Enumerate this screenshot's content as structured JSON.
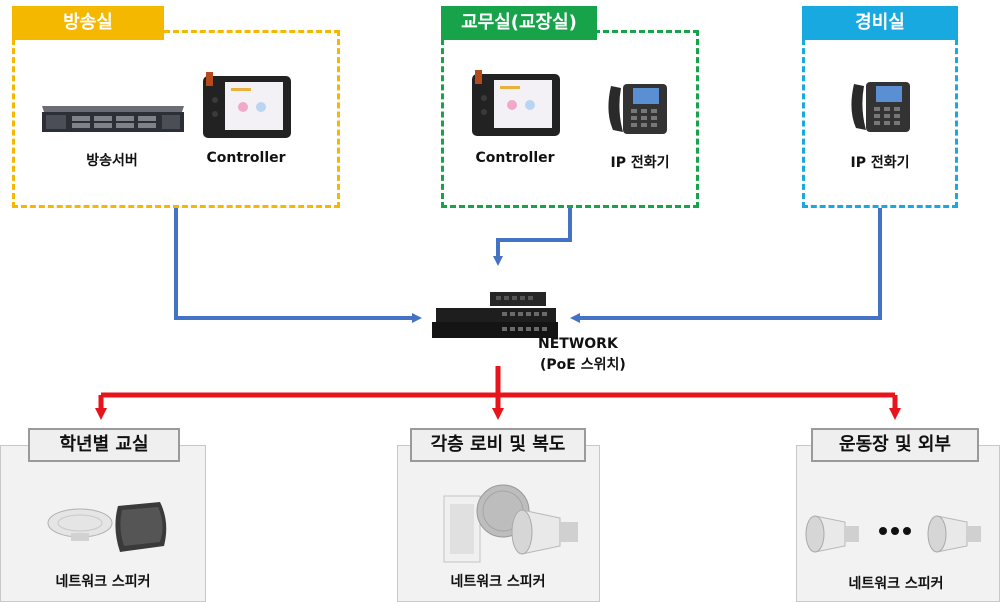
{
  "rooms": {
    "broadcast": {
      "title": "방송실",
      "color": "#f5b800",
      "items": [
        "방송서버",
        "Controller"
      ]
    },
    "office": {
      "title": "교무실(교장실)",
      "color": "#16a34a",
      "items": [
        "Controller",
        "IP 전화기"
      ]
    },
    "guard": {
      "title": "경비실",
      "color": "#19a9e1",
      "items": [
        "IP 전화기"
      ]
    }
  },
  "network": {
    "line1": "NETWORK",
    "line2": "(PoE 스위치)"
  },
  "zones": {
    "classroom": {
      "title": "학년별 교실",
      "caption": "네트워크 스피커"
    },
    "lobby": {
      "title": "각층 로비 및 복도",
      "caption": "네트워크 스피커"
    },
    "outdoor": {
      "title": "운동장 및 외부",
      "caption": "네트워크 스피커"
    }
  },
  "colors": {
    "input_line": "#4472c4",
    "output_line": "#e8141b"
  },
  "icons": [
    "rack-server-icon",
    "touch-controller-icon",
    "ip-phone-icon",
    "poe-switch-icon",
    "ceiling-speaker-icon",
    "wall-speaker-icon",
    "horn-speaker-icon",
    "ellipsis-icon"
  ]
}
